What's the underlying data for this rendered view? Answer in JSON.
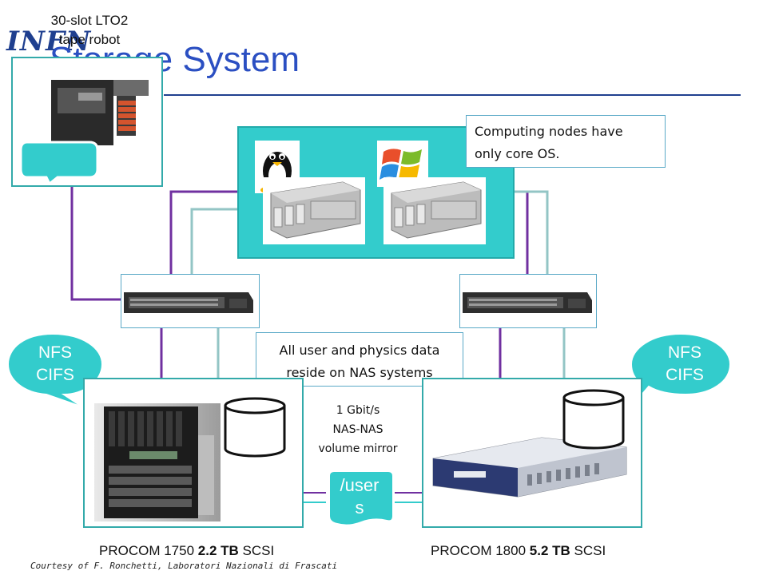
{
  "slide": {
    "title": "Storage System",
    "logo_text": "INFN",
    "footer": "Courtesy of F. Ronchetti, Laboratori Nazionali di Frascati"
  },
  "tape_robot": {
    "label_line1": "30-slot LTO2",
    "label_line2": "tape robot"
  },
  "compute": {
    "note_line1": "Computing nodes have",
    "note_line2": "only core OS."
  },
  "nas_note": {
    "line1": "All user and physics data",
    "line2": "reside on NAS systems"
  },
  "protocols_left": {
    "line1": "NFS",
    "line2": "CIFS"
  },
  "protocols_right": {
    "line1": "NFS",
    "line2": "CIFS"
  },
  "mirror": {
    "line1": "1 Gbit/s",
    "line2": "NAS-NAS",
    "line3": "volume mirror",
    "volume_line1": "/user",
    "volume_line2": "s"
  },
  "nas_left": {
    "model": "PROCOM 1750 ",
    "capacity": "2.2 TB",
    "bus": " SCSI"
  },
  "nas_right": {
    "model": "PROCOM 1800 ",
    "capacity": "5.2 TB",
    "bus": " SCSI"
  },
  "colors": {
    "teal": "#33cccc",
    "purple": "#7030a0",
    "grey_teal": "#93c5c5",
    "title_blue": "#2b4fc2"
  }
}
